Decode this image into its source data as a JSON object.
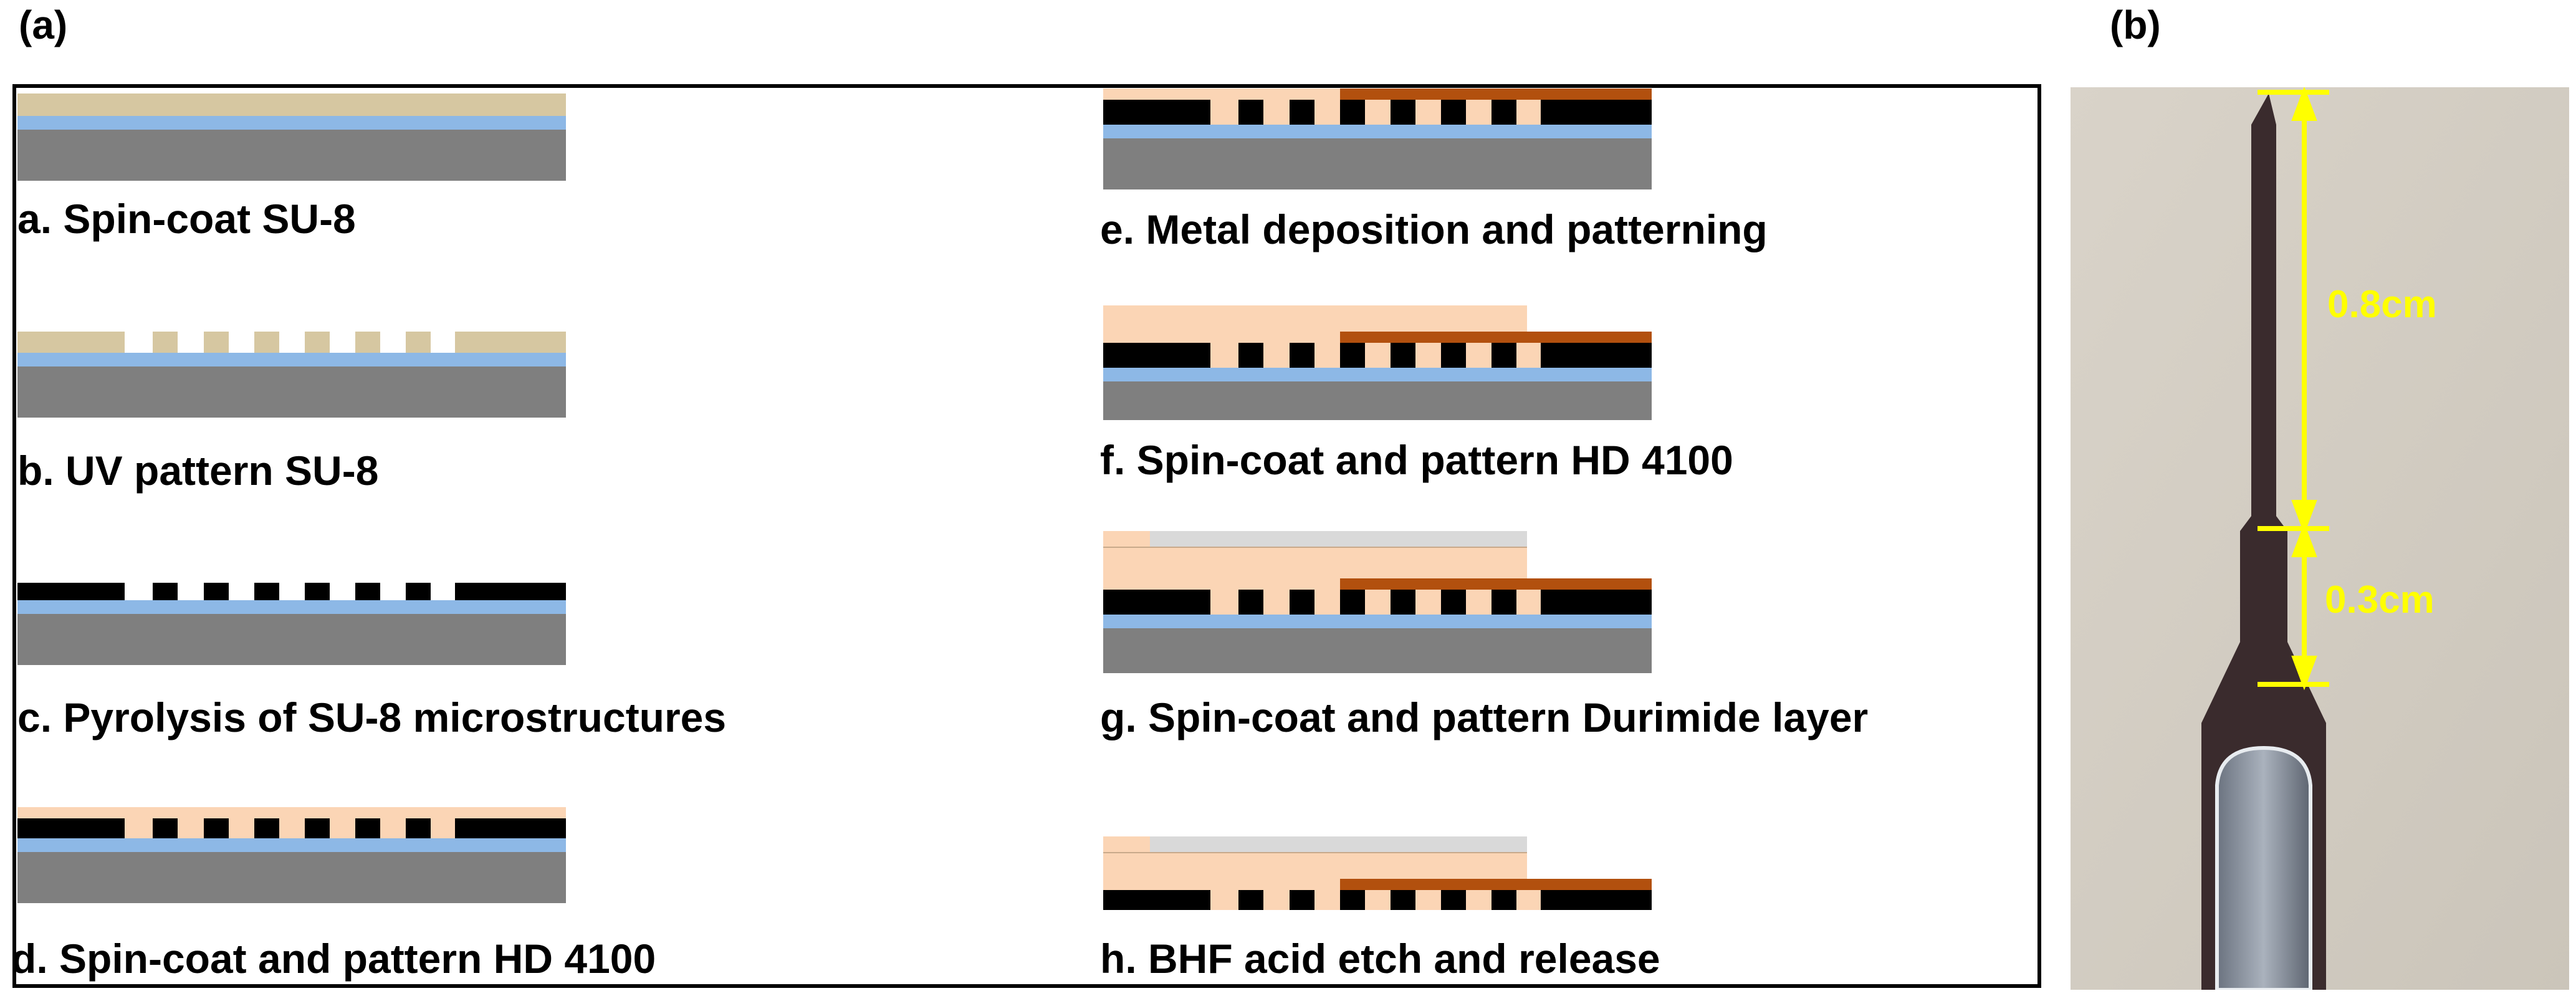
{
  "panels": {
    "a": {
      "label": "(a)"
    },
    "b": {
      "label": "(b)"
    }
  },
  "steps": [
    {
      "id": "a",
      "text": "a. Spin-coat SU-8"
    },
    {
      "id": "b",
      "text": "b. UV pattern SU-8"
    },
    {
      "id": "c",
      "text": "c. Pyrolysis of SU-8 microstructures"
    },
    {
      "id": "d",
      "text": "d. Spin-coat and pattern HD 4100"
    },
    {
      "id": "e",
      "text": "e. Metal deposition and patterning"
    },
    {
      "id": "f",
      "text": "f. Spin-coat and pattern HD 4100"
    },
    {
      "id": "g",
      "text": "g. Spin-coat and pattern Durimide layer"
    },
    {
      "id": "h",
      "text": "h. BHF acid etch and release"
    }
  ],
  "photo": {
    "measurements": [
      {
        "text": "0.8cm"
      },
      {
        "text": "0.3cm"
      }
    ]
  },
  "colors": {
    "substrate": "#7f7f7f",
    "oxide": "#8db8e6",
    "su8": "#d6c7a1",
    "carbon": "#000000",
    "hd4100": "#fbd5b5",
    "metal": "#b2500e",
    "durimide": "#d9d9d9",
    "annotation": "#ffff00"
  }
}
